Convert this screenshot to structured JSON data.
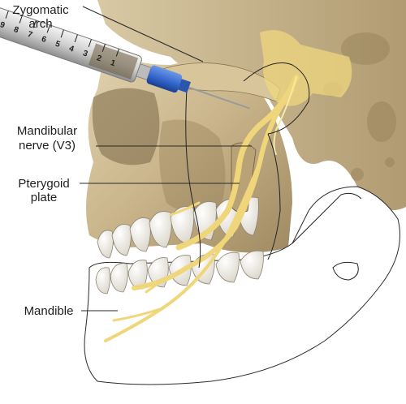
{
  "labels": {
    "zygomatic_arch": [
      "Zygomatic",
      "arch"
    ],
    "mandibular_nerve": [
      "Mandibular",
      "nerve (V3)"
    ],
    "pterygoid_plate": [
      "Pterygoid",
      "plate"
    ],
    "mandible": [
      "Mandible"
    ]
  },
  "syringe": {
    "scale_numbers": [
      "9",
      "8",
      "7",
      "6",
      "5",
      "4",
      "3",
      "2",
      "1"
    ]
  },
  "colors": {
    "bone": "#c9b48a",
    "nerve": "#f0d67a",
    "nerve_highlight": "#f6e9a8",
    "needle_hub": "#2f63c9",
    "mandible_fill": "#ffffff"
  }
}
